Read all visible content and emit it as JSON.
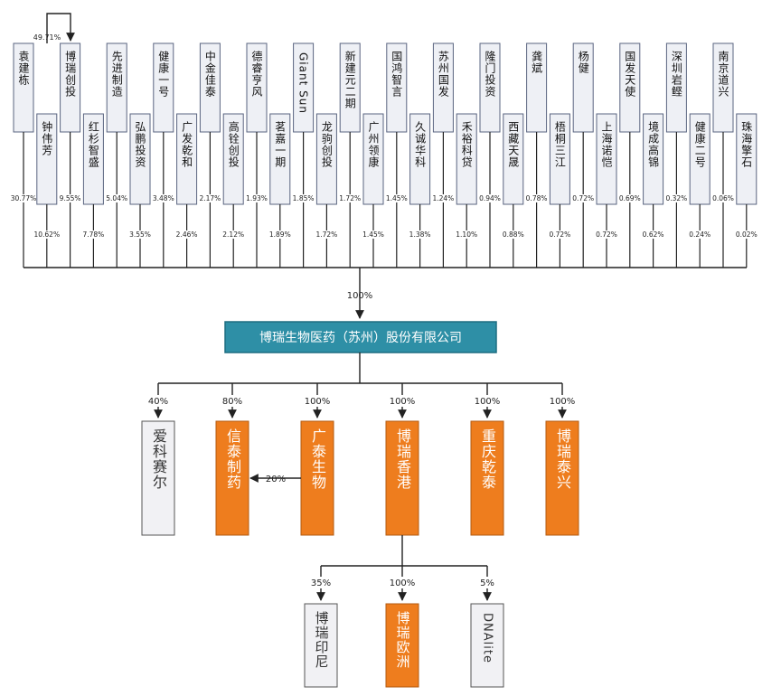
{
  "colors": {
    "line": "#222222",
    "box_light_fill": "#eef0f5",
    "box_light_stroke": "#5a6480",
    "company_fill": "#2e8fa6",
    "company_stroke": "#1d6d80",
    "company_text": "#ffffff",
    "orange_fill": "#ee7d1e",
    "orange_stroke": "#b35a10",
    "grey_fill": "#f1f1f4",
    "grey_stroke": "#555555"
  },
  "shareholders": [
    {
      "name": "袁建栋",
      "pct": "30.77%"
    },
    {
      "name": "钟伟芳",
      "pct": "10.62%"
    },
    {
      "name": "博瑞创投",
      "pct": "9.55%"
    },
    {
      "name": "红杉智盛",
      "pct": "7.78%"
    },
    {
      "name": "先进制造",
      "pct": "5.04%"
    },
    {
      "name": "弘鹏投资",
      "pct": "3.55%"
    },
    {
      "name": "健康一号",
      "pct": "3.48%"
    },
    {
      "name": "广发乾和",
      "pct": "2.46%"
    },
    {
      "name": "中金佳泰",
      "pct": "2.17%"
    },
    {
      "name": "高铨创投",
      "pct": "2.12%"
    },
    {
      "name": "德睿亨风",
      "pct": "1.93%"
    },
    {
      "name": "茗嘉一期",
      "pct": "1.89%"
    },
    {
      "name": "Giant Sun",
      "pct": "1.85%"
    },
    {
      "name": "龙驹创投",
      "pct": "1.72%"
    },
    {
      "name": "新建元二期",
      "pct": "1.72%"
    },
    {
      "name": "广州领康",
      "pct": "1.45%"
    },
    {
      "name": "国鸿智言",
      "pct": "1.45%"
    },
    {
      "name": "久诚华科",
      "pct": "1.38%"
    },
    {
      "name": "苏州国发",
      "pct": "1.24%"
    },
    {
      "name": "禾裕科贷",
      "pct": "1.10%"
    },
    {
      "name": "隆门投资",
      "pct": "0.94%"
    },
    {
      "name": "西藏天晟",
      "pct": "0.88%"
    },
    {
      "name": "龚斌",
      "pct": "0.78%"
    },
    {
      "name": "梧桐三江",
      "pct": "0.72%"
    },
    {
      "name": "杨健",
      "pct": "0.72%"
    },
    {
      "name": "上海诺恺",
      "pct": "0.72%"
    },
    {
      "name": "国发天使",
      "pct": "0.69%"
    },
    {
      "name": "境成高锦",
      "pct": "0.62%"
    },
    {
      "name": "深圳岩鲣",
      "pct": "0.32%"
    },
    {
      "name": "健康二号",
      "pct": "0.24%"
    },
    {
      "name": "南京道兴",
      "pct": "0.06%"
    },
    {
      "name": "珠海擎石",
      "pct": "0.02%"
    }
  ],
  "inter_holding": {
    "pct": "49.71%"
  },
  "total_pct": "100%",
  "company": {
    "name": "博瑞生物医药（苏州）股份有限公司"
  },
  "subsidiaries": [
    {
      "name": "爱科赛尔",
      "pct": "40%",
      "style": "grey"
    },
    {
      "name": "信泰制药",
      "pct": "80%",
      "style": "orange"
    },
    {
      "name": "广泰生物",
      "pct": "100%",
      "style": "orange"
    },
    {
      "name": "博瑞香港",
      "pct": "100%",
      "style": "orange"
    },
    {
      "name": "重庆乾泰",
      "pct": "100%",
      "style": "orange"
    },
    {
      "name": "博瑞泰兴",
      "pct": "100%",
      "style": "orange"
    }
  ],
  "cross_holding": {
    "pct": "20%"
  },
  "hk_subsidiaries": [
    {
      "name": "博瑞印尼",
      "pct": "35%",
      "style": "grey"
    },
    {
      "name": "博瑞欧洲",
      "pct": "100%",
      "style": "orange"
    },
    {
      "name": "DNAlite",
      "pct": "5%",
      "style": "grey"
    }
  ]
}
